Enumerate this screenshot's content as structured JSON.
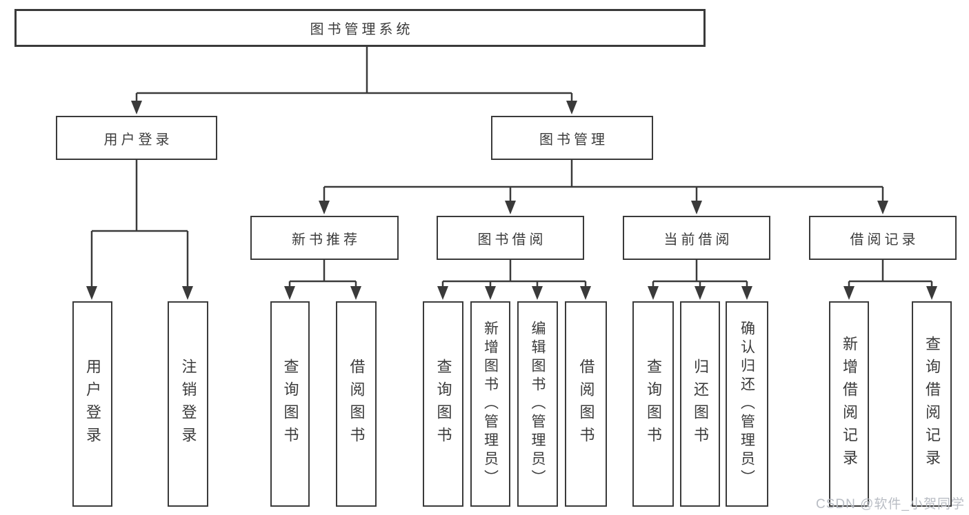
{
  "diagram": {
    "root_label": "图书管理系统",
    "level2": {
      "user_login": "用户登录",
      "book_mgmt": "图书管理"
    },
    "level3": {
      "new_books": "新书推荐",
      "borrowing": "图书借阅",
      "current": "当前借阅",
      "records": "借阅记录"
    },
    "leaves": {
      "login": [
        "用户登录",
        "注销登录"
      ],
      "new_books": [
        "查询图书",
        "借阅图书"
      ],
      "borrowing": [
        "查询图书",
        "新增图书（管理员）",
        "编辑图书（管理员）",
        "借阅图书"
      ],
      "current": [
        "查询图书",
        "归还图书",
        "确认归还（管理员）"
      ],
      "records": [
        "新增借阅记录",
        "查询借阅记录"
      ]
    }
  },
  "watermark": "CSDN @软件_小贺同学",
  "colors": {
    "line": "#3a3a3a",
    "box_border": "#3a3a3a",
    "text": "#3b3b3b",
    "watermark": "#b9bdc4",
    "background": "#ffffff"
  }
}
